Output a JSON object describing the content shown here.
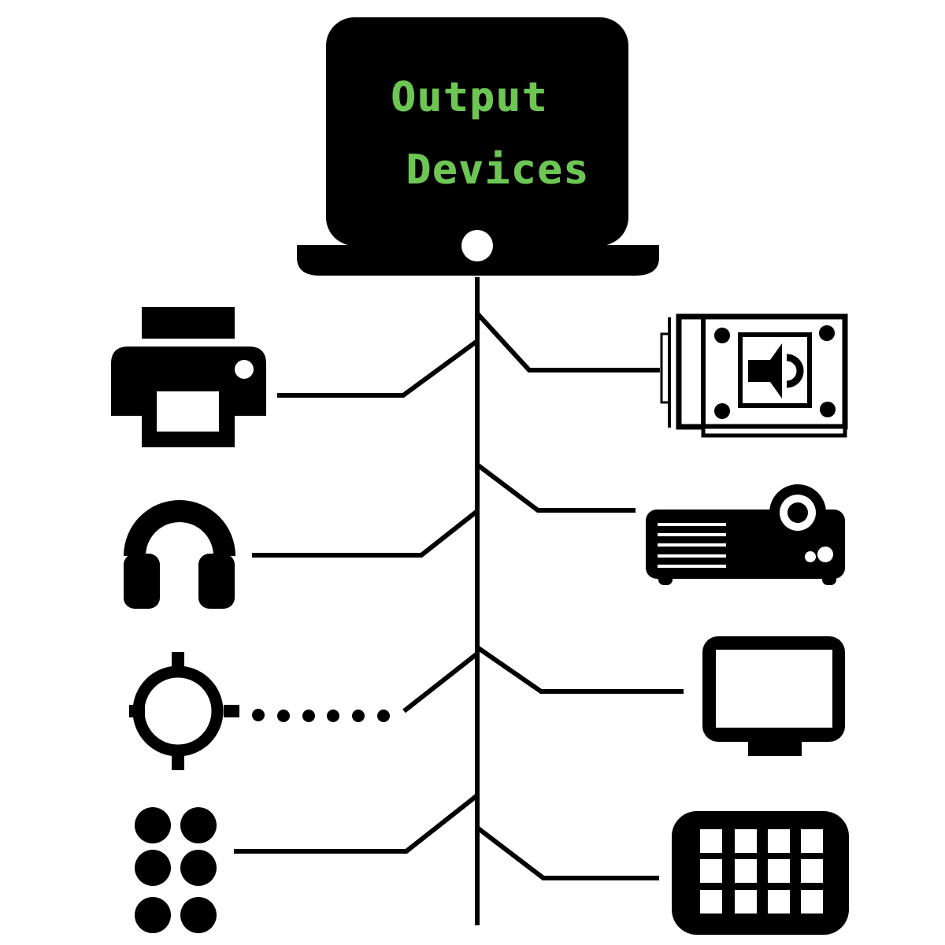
{
  "title": {
    "line1": "Output",
    "line2": "Devices"
  },
  "colors": {
    "text_green": "#6dc654",
    "icon_black": "#000000",
    "background": "#ffffff"
  },
  "diagram": {
    "type": "mind-map",
    "center_node": "laptop showing the words Output Devices on its screen",
    "trunk": "single vertical line from laptop base to bottom of image",
    "branches": [
      {
        "device": "printer",
        "side": "left",
        "row": 1,
        "connector": "solid elbow line"
      },
      {
        "device": "speaker",
        "side": "right",
        "row": 1,
        "connector": "solid elbow line"
      },
      {
        "device": "headphones",
        "side": "left",
        "row": 2,
        "connector": "solid elbow line"
      },
      {
        "device": "projector",
        "side": "right",
        "row": 2,
        "connector": "solid elbow line"
      },
      {
        "device": "gps-crosshair",
        "side": "left",
        "row": 3,
        "connector": "dotted line then solid diagonal"
      },
      {
        "device": "monitor",
        "side": "right",
        "row": 3,
        "connector": "solid elbow line"
      },
      {
        "device": "braille-cell",
        "side": "left",
        "row": 4,
        "connector": "solid elbow line"
      },
      {
        "device": "keypad",
        "side": "right",
        "row": 4,
        "connector": "solid elbow line"
      }
    ]
  }
}
